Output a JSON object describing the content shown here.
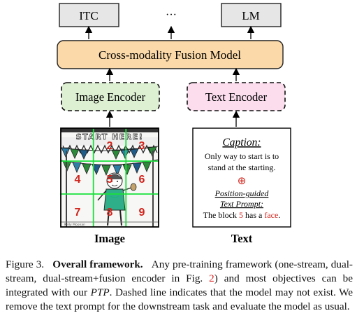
{
  "outputs": {
    "left": "ITC",
    "middle": "···",
    "right": "LM"
  },
  "fusion_model": "Cross-modality Fusion Model",
  "image_encoder": "Image Encoder",
  "text_encoder": "Text Encoder",
  "image_panel": {
    "banner_text": "START HERE!",
    "watermark": "Kelly Moonan",
    "block_numbers": [
      "2",
      "3",
      "4",
      "5",
      "6",
      "7",
      "8",
      "9"
    ],
    "label": "Image"
  },
  "text_panel": {
    "caption_title": "Caption:",
    "caption_line1": "Only way to start is to",
    "caption_line2": "stand at the starting.",
    "plus_symbol": "⊕",
    "prompt_title_1": "Position-guided",
    "prompt_title_2": "Text Prompt:",
    "prompt_pre": "The block ",
    "prompt_num": "5",
    "prompt_mid": " has a ",
    "prompt_obj": "face",
    "prompt_end": ".",
    "label": "Text"
  },
  "figure_caption": {
    "fig_label": "Figure 3.",
    "bold_title": "Overall framework.",
    "text_1": "Any pre-training framework (one-stream, dual-stream, dual-stream+fusion encoder in Fig. ",
    "fig_ref": "2",
    "text_2": ") and most objectives can be integrated with our ",
    "ptp": "PTP",
    "text_3": ". Dashed line indicates that the model may not exist. We remove the text prompt for the downstream task and evaluate the model as usual."
  },
  "colors": {
    "fusion_fill": "#FBD9A8",
    "image_encoder_fill": "#DDF0D2",
    "text_encoder_fill": "#FBDDEE",
    "output_fill": "#E6E6E6",
    "grid_line": "#19E23A",
    "block_number": "#D0241C",
    "highlight": "#D0241C"
  }
}
